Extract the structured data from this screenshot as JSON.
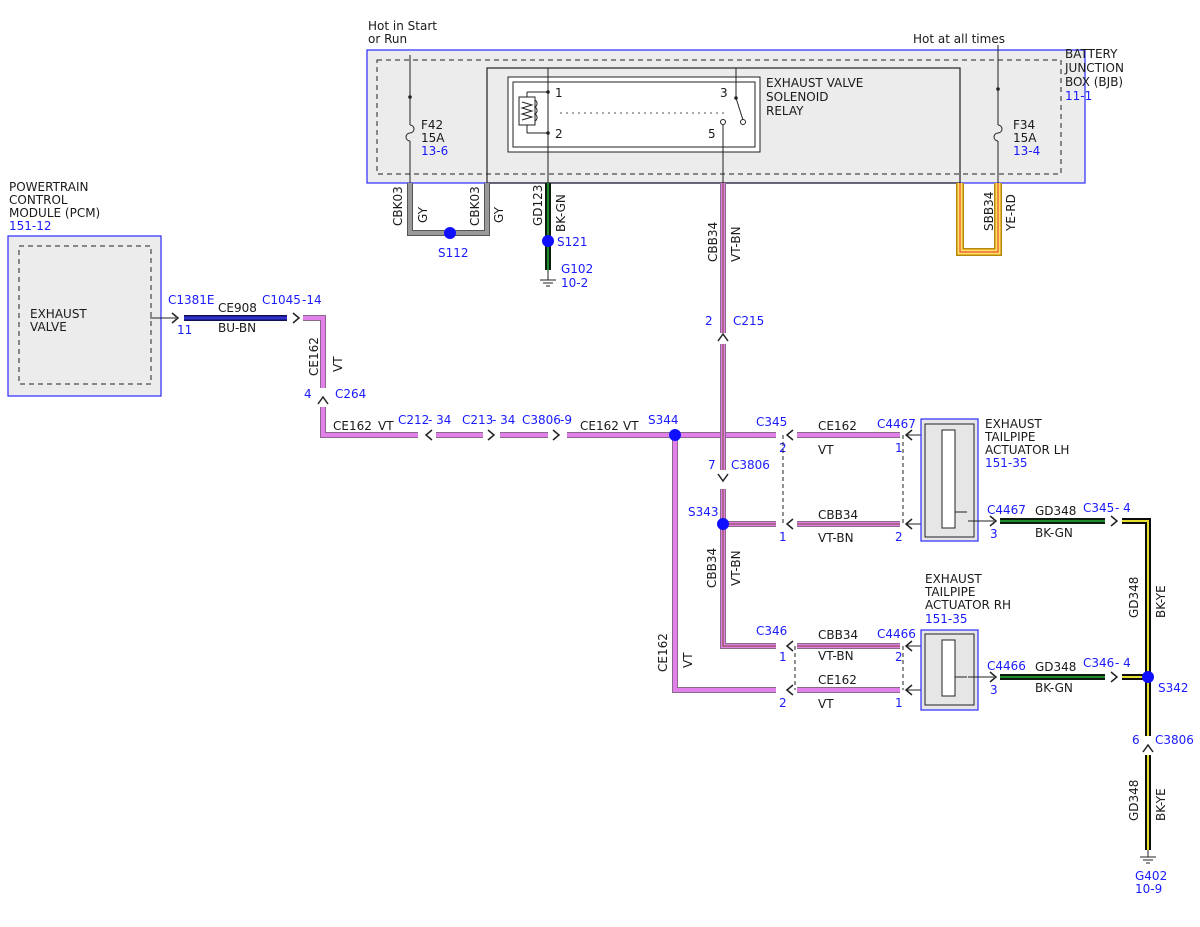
{
  "bjb": {
    "title": [
      "BATTERY",
      "JUNCTION",
      "BOX (BJB)"
    ],
    "ref": "11-1",
    "hot_start": [
      "Hot in Start",
      "or Run"
    ],
    "hot_always": "Hot at all times",
    "f42": [
      "F42",
      "15A"
    ],
    "f42_ref": "13-6",
    "f34": [
      "F34",
      "15A"
    ],
    "f34_ref": "13-4",
    "relay": [
      "EXHAUST VALVE",
      "SOLENOID",
      "RELAY"
    ],
    "relay_pins": [
      "1",
      "2",
      "3",
      "5"
    ]
  },
  "pcm": {
    "title": [
      "POWERTRAIN",
      "CONTROL",
      "MODULE (PCM)"
    ],
    "ref": "151-12",
    "inner": [
      "EXHAUST",
      "VALVE"
    ]
  },
  "act_lh": {
    "title": [
      "EXHAUST",
      "TAILPIPE",
      "ACTUATOR LH"
    ],
    "ref": "151-35"
  },
  "act_rh": {
    "title": [
      "EXHAUST",
      "TAILPIPE",
      "ACTUATOR RH"
    ],
    "ref": "151-35"
  },
  "circuits": {
    "cbk03": "CBK03",
    "gy": "GY",
    "gd123": "GD123",
    "bkgn": "BK-GN",
    "cbb34": "CBB34",
    "vtbn": "VT-BN",
    "sbb34": "SBB34",
    "yerd": "YE-RD",
    "ce908": "CE908",
    "bubn": "BU-BN",
    "ce162": "CE162",
    "vt": "VT",
    "gd348": "GD348",
    "bkye": "BK-YE"
  },
  "connectors": {
    "c1381e": "C1381E",
    "c1381e_pin": "11",
    "c1045": "C1045",
    "c1045_pin": "-14",
    "c264": "C264",
    "c264_pin": "4",
    "c212": "C212",
    "c212_pin": "- 34",
    "c213": "C213",
    "c213_pin": "- 34",
    "c3806": "C3806",
    "c3806_pin": "-9",
    "c215": "C215",
    "c215_pin": "2",
    "c345": "C345",
    "c345_4": "- 4",
    "c3806b_pin": "7",
    "c4467": "C4467",
    "c346": "C346",
    "c346_4": "- 4",
    "c4466": "C4466",
    "c3806c_pin": "6",
    "p1": "1",
    "p2": "2",
    "p3": "3"
  },
  "splices": {
    "s112": "S112",
    "s121": "S121",
    "s344": "S344",
    "s343": "S343",
    "s342": "S342"
  },
  "grounds": {
    "g102": "G102",
    "g102_ref": "10-2",
    "g402": "G402",
    "g402_ref": "10-9"
  }
}
